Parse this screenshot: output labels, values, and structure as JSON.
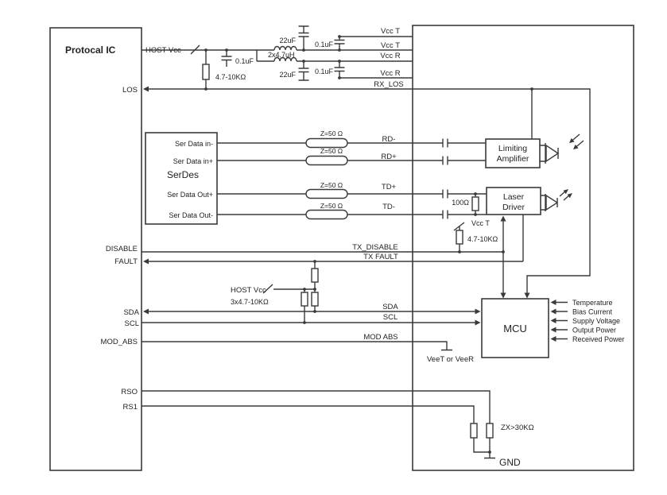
{
  "protocol_ic": {
    "title": "Protocal IC",
    "pins": {
      "los": "LOS",
      "disable": "DISABLE",
      "fault": "FAULT",
      "sda": "SDA",
      "scl": "SCL",
      "mod_abs": "MOD_ABS",
      "rso": "RSO",
      "rs1": "RS1"
    }
  },
  "serdes": {
    "title": "SerDes",
    "pins": {
      "in_minus": "Ser Data in-",
      "in_plus": "Ser Data in+",
      "out_plus": "Ser Data Out+",
      "out_minus": "Ser Data Out-"
    }
  },
  "limiting_amplifier": {
    "label_line1": "Limiting",
    "label_line2": "Amplifier"
  },
  "laser_driver": {
    "label_line1": "Laser",
    "label_line2": "Driver"
  },
  "mcu": {
    "title": "MCU",
    "inputs": [
      "Temperature",
      "Bias Current",
      "Supply Voltage",
      "Output Power",
      "Received Power"
    ]
  },
  "power": {
    "host_vcc": "HOST Vcc",
    "pullup_host": "4.7-10KΩ",
    "cap_01": "0.1uF",
    "cap_22": "22uF",
    "inductor": "2x4.7uH",
    "vcc_t": "Vcc T",
    "vcc_r": "Vcc R"
  },
  "signals": {
    "rx_los": "RX_LOS",
    "rd_minus": "RD-",
    "rd_plus": "RD+",
    "td_plus": "TD+",
    "td_minus": "TD-",
    "z50": "Z=50 Ω",
    "r100": "100Ω",
    "tx_disable": "TX_DISABLE",
    "tx_fault": "TX FAULT",
    "vcc_t_pullup": "4.7-10KΩ",
    "sda": "SDA",
    "scl": "SCL",
    "mod_abs": "MOD ABS",
    "i2c_pullups": "3x4.7-10KΩ",
    "vee": "VeeT or VeeR",
    "rs_resistors": "ZX>30KΩ",
    "gnd": "GND"
  },
  "colors": {
    "line": "#3a3a3a",
    "background": "#ffffff",
    "text": "#222222"
  }
}
